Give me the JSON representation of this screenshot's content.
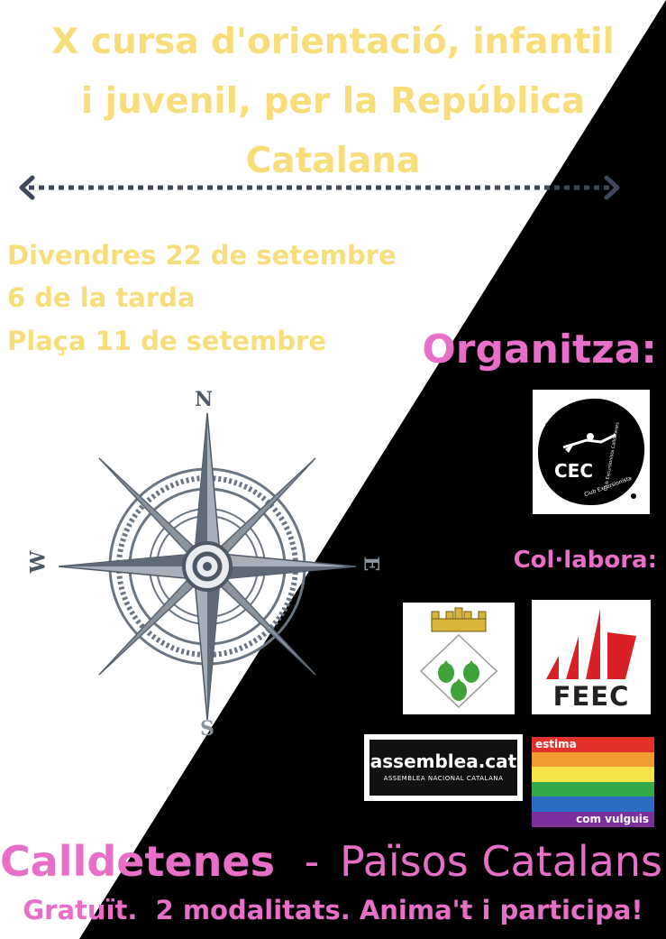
{
  "colors": {
    "yellow": "#f7de7a",
    "pink": "#e76fc8",
    "black": "#000000",
    "white": "#ffffff",
    "arrow": "#3e4a59",
    "feec_red": "#d92026"
  },
  "title": {
    "line1": "X cursa d'orientació, infantil",
    "line2": "i juvenil, per la República",
    "line3": "Catalana"
  },
  "event": {
    "date": "Divendres 22 de setembre",
    "time": "6 de la tarda",
    "place": "Plaça 11 de setembre"
  },
  "compass": {
    "north": "N",
    "south": "S",
    "east": "E",
    "west": "W"
  },
  "organitza_label": "Organitza:",
  "collabora_label": "Col·labora:",
  "logos": {
    "cec": {
      "initials": "CEC",
      "subtitle": "Club Excursionista",
      "arc_text": "Club Excursionista Calldetenes"
    },
    "feec": {
      "text": "FEEC"
    },
    "assemblea": {
      "name": "assemblea.cat",
      "subtitle": "ASSEMBLEA NACIONAL CATALANA"
    },
    "estima": {
      "top": "estima",
      "bottom": "com vulguis"
    }
  },
  "bottom": {
    "town": "Calldetenes",
    "separator": "-",
    "region": "Països Catalans",
    "tagline": "Gratuït.  2 modalitats. Anima't i participa!"
  }
}
